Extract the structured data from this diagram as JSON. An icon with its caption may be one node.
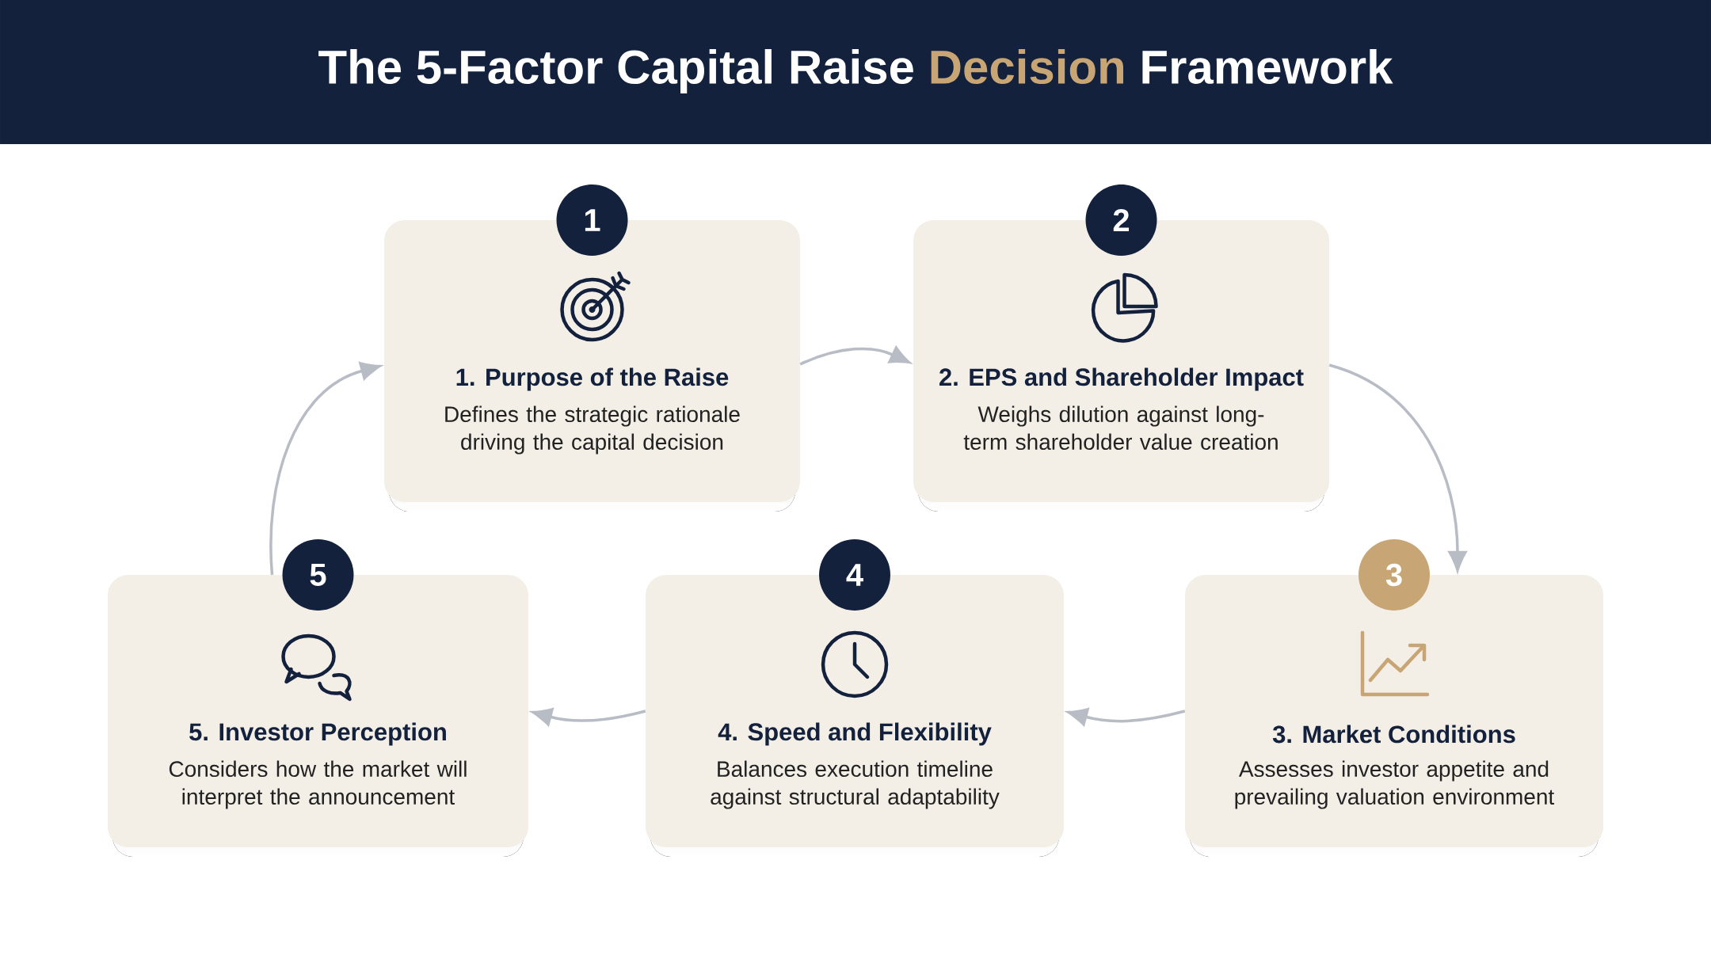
{
  "diagram": {
    "title": "The 5-Factor Capital Raise **Decision** Framework",
    "nodes": [
      {
        "text": [
          "1. Purpose of the Raise",
          "Defines the strategic rationale driving the capital decision"
        ]
      },
      {
        "text": [
          "2. EPS and Shareholder Impact",
          "Weighs dilution against long-term shareholder value creation"
        ]
      },
      {
        "text": [
          "3. Market Conditions",
          "Assesses investor appetite and prevailing valuation environment"
        ]
      },
      {
        "text": [
          "4. Speed and Flexibility",
          "Balances execution timeline against structural adaptability"
        ]
      },
      {
        "text": [
          "5. Investor Perception",
          "Considers how the market will interpret the announcement"
        ]
      },
      {
        "text": [
          "1"
        ]
      },
      {
        "text": [
          "2"
        ]
      },
      {
        "text": [
          "3"
        ]
      },
      {
        "text": [
          "4"
        ]
      },
      {
        "text": [
          "5"
        ]
      }
    ],
    "edges": [
      {
        "from": 0,
        "to": 1,
        "arrow": "to"
      },
      {
        "from": 1,
        "to": 2,
        "arrow": "to"
      },
      {
        "from": 2,
        "to": 3,
        "arrow": "to"
      },
      {
        "from": 3,
        "to": 4,
        "arrow": "to"
      },
      {
        "from": 4,
        "to": 0,
        "arrow": "to"
      }
    ]
  }
}
